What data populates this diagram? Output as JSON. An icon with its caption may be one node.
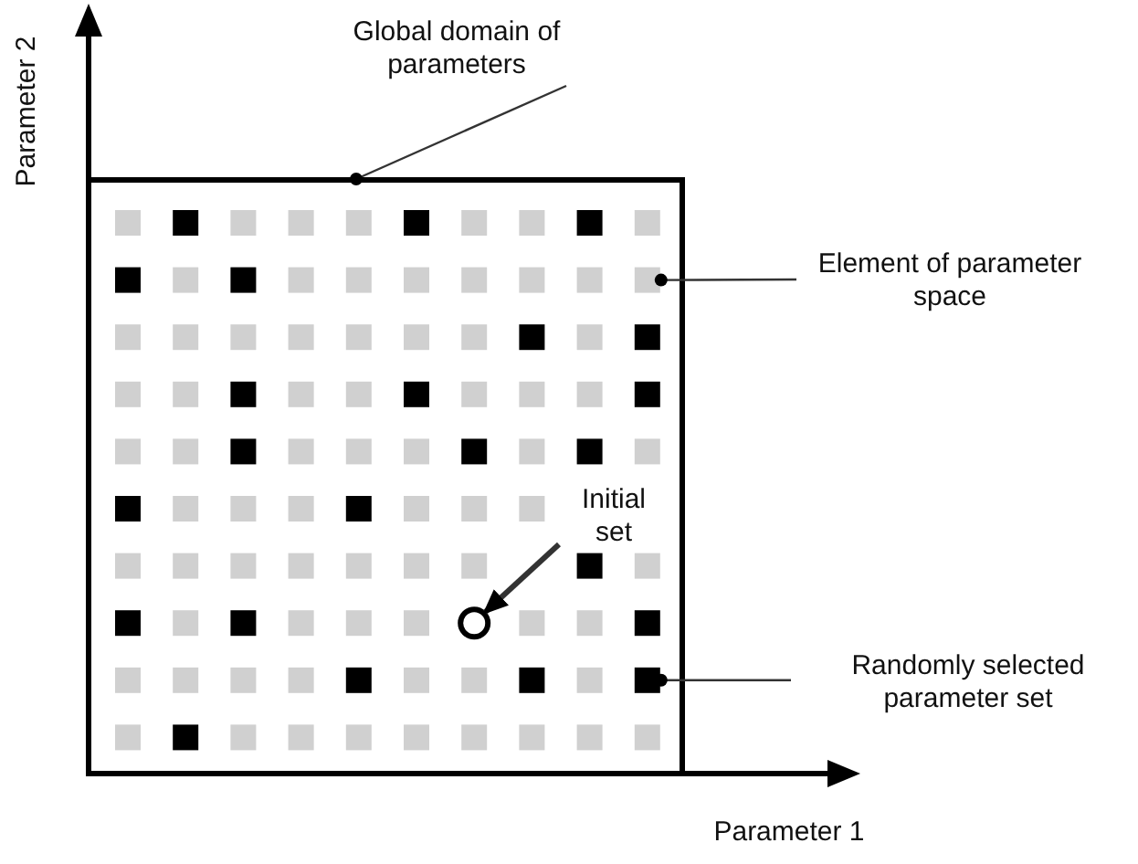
{
  "diagram": {
    "nodes": [
      {
        "text": [
          "Global domain of parameters"
        ]
      },
      {
        "text": [],
        "shape": "box"
      },
      {
        "text": [],
        "shape": "box",
        "in": 1
      },
      {
        "text": [],
        "shape": "box",
        "in": 1
      },
      {
        "text": [],
        "shape": "box",
        "in": 1
      },
      {
        "text": [],
        "shape": "box",
        "in": 1
      },
      {
        "text": [],
        "shape": "box",
        "in": 1
      },
      {
        "text": [],
        "shape": "box",
        "in": 1
      },
      {
        "text": [],
        "shape": "box",
        "in": 1
      },
      {
        "text": [],
        "shape": "box",
        "in": 1
      },
      {
        "text": [],
        "shape": "box",
        "in": 1
      },
      {
        "text": [],
        "shape": "box",
        "in": 1
      },
      {
        "text": [],
        "shape": "box",
        "in": 1
      },
      {
        "text": [],
        "shape": "box",
        "in": 1
      },
      {
        "text": [],
        "shape": "box",
        "in": 1
      },
      {
        "text": [],
        "shape": "box",
        "in": 1
      },
      {
        "text": [],
        "shape": "box",
        "in": 1
      },
      {
        "text": [],
        "shape": "box",
        "in": 1
      },
      {
        "text": [],
        "shape": "box",
        "in": 1
      },
      {
        "text": [],
        "shape": "box",
        "in": 1
      },
      {
        "text": [],
        "shape": "box",
        "in": 1
      },
      {
        "text": [],
        "shape": "box",
        "in": 1
      },
      {
        "text": [],
        "shape": "box",
        "in": 1
      },
      {
        "text": [],
        "shape": "box",
        "in": 1
      },
      {
        "text": [],
        "shape": "box",
        "in": 1
      },
      {
        "text": [],
        "shape": "box",
        "in": 1
      },
      {
        "text": [],
        "shape": "box",
        "in": 1
      },
      {
        "text": [],
        "shape": "box",
        "in": 1
      },
      {
        "text": [],
        "shape": "box",
        "in": 1
      },
      {
        "text": [],
        "shape": "box",
        "in": 1
      },
      {
        "text": [],
        "shape": "box",
        "in": 1
      },
      {
        "text": [],
        "shape": "box",
        "in": 1
      },
      {
        "text": [],
        "shape": "box",
        "in": 1
      },
      {
        "text": [],
        "shape": "box",
        "in": 1
      },
      {
        "text": [],
        "shape": "box",
        "in": 1
      },
      {
        "text": [],
        "shape": "box",
        "in": 1
      },
      {
        "text": [],
        "shape": "box",
        "in": 1
      },
      {
        "text": [],
        "shape": "box",
        "in": 1
      },
      {
        "text": [],
        "shape": "box",
        "in": 1
      },
      {
        "text": [],
        "shape": "box",
        "in": 1
      },
      {
        "text": [],
        "shape": "box",
        "in": 1
      },
      {
        "text": [],
        "shape": "box",
        "in": 1
      },
      {
        "text": [],
        "shape": "box",
        "in": 1
      },
      {
        "text": [],
        "shape": "box",
        "in": 1
      },
      {
        "text": [],
        "shape": "box",
        "in": 1
      },
      {
        "text": [],
        "shape": "box",
        "in": 1
      },
      {
        "text": [],
        "shape": "box",
        "in": 1
      },
      {
        "text": [],
        "shape": "box",
        "in": 1
      },
      {
        "text": [],
        "shape": "box",
        "in": 1
      },
      {
        "text": [],
        "shape": "box",
        "in": 1
      },
      {
        "text": [],
        "shape": "box",
        "in": 1
      },
      {
        "text": [],
        "shape": "box",
        "in": 1
      },
      {
        "text": [],
        "shape": "box",
        "in": 1
      },
      {
        "text": [],
        "shape": "box",
        "in": 1
      },
      {
        "text": [],
        "shape": "box",
        "in": 1
      },
      {
        "text": [],
        "shape": "box",
        "in": 1
      },
      {
        "text": [],
        "shape": "box",
        "in": 1
      },
      {
        "text": [],
        "shape": "box",
        "in": 1
      },
      {
        "text": [],
        "shape": "box",
        "in": 1
      },
      {
        "text": [],
        "shape": "box",
        "in": 1
      },
      {
        "text": [],
        "shape": "box",
        "in": 1
      },
      {
        "text": [],
        "shape": "box",
        "in": 1
      },
      {
        "text": [],
        "shape": "box",
        "in": 1
      },
      {
        "text": [],
        "shape": "box",
        "in": 1
      },
      {
        "text": [],
        "shape": "box",
        "in": 1
      },
      {
        "text": [],
        "shape": "box",
        "in": 1
      },
      {
        "text": [],
        "shape": "box",
        "in": 1
      },
      {
        "text": [],
        "shape": "box",
        "in": 1
      },
      {
        "text": [],
        "shape": "box",
        "in": 1
      },
      {
        "text": [],
        "shape": "box",
        "in": 1
      },
      {
        "text": [],
        "shape": "box",
        "in": 1
      },
      {
        "text": [],
        "shape": "box",
        "in": 1
      },
      {
        "text": [],
        "shape": "box",
        "in": 1
      },
      {
        "text": [],
        "shape": "box",
        "in": 1
      },
      {
        "text": [],
        "shape": "box",
        "in": 1
      },
      {
        "text": [],
        "shape": "circle",
        "in": 1
      },
      {
        "text": [],
        "shape": "box",
        "in": 1
      },
      {
        "text": [],
        "shape": "box",
        "in": 1
      },
      {
        "text": [],
        "shape": "box",
        "in": 1
      },
      {
        "text": [],
        "shape": "box",
        "in": 1
      },
      {
        "text": [],
        "shape": "box",
        "in": 1
      },
      {
        "text": [],
        "shape": "box",
        "in": 1
      },
      {
        "text": [],
        "shape": "box",
        "in": 1
      },
      {
        "text": [],
        "shape": "box",
        "in": 1
      },
      {
        "text": [],
        "shape": "box",
        "in": 1
      },
      {
        "text": [],
        "shape": "box",
        "in": 1
      },
      {
        "text": [],
        "shape": "box",
        "in": 1
      },
      {
        "text": [],
        "shape": "box",
        "in": 1
      },
      {
        "text": [],
        "shape": "box",
        "in": 1
      },
      {
        "text": [],
        "shape": "box",
        "in": 1
      },
      {
        "text": [],
        "shape": "box",
        "in": 1
      },
      {
        "text": [],
        "shape": "box",
        "in": 1
      },
      {
        "text": [],
        "shape": "box",
        "in": 1
      },
      {
        "text": [],
        "shape": "box",
        "in": 1
      },
      {
        "text": [],
        "shape": "box",
        "in": 1
      },
      {
        "text": [],
        "shape": "box",
        "in": 1
      },
      {
        "text": [],
        "shape": "box",
        "in": 1
      },
      {
        "text": [],
        "shape": "box",
        "in": 1
      },
      {
        "text": [],
        "shape": "box",
        "in": 1
      },
      {
        "text": [
          "Element of parameter space"
        ]
      },
      {
        "text": [
          "Initial set"
        ],
        "in": 1
      },
      {
        "text": [
          "Randomly selected parameter set"
        ]
      }
    ],
    "edges": [
      {
        "from": 0,
        "to": 1,
        "arrow": "other"
      },
      {
        "from": 99,
        "to": 21,
        "arrow": "other"
      },
      {
        "from": 100,
        "to": 75,
        "arrow": "to",
        "style": "thick"
      },
      {
        "from": 101,
        "to": 88,
        "arrow": "other"
      }
    ],
    "labels": [
      "Parameter 2",
      "Parameter 1"
    ]
  }
}
